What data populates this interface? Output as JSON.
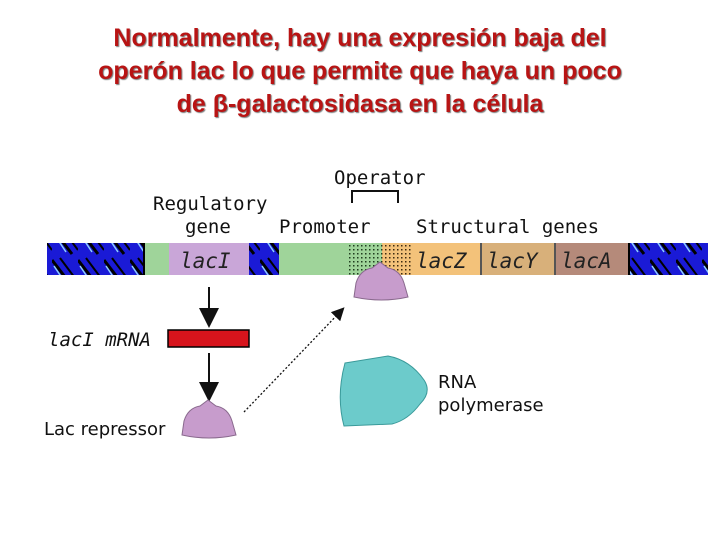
{
  "title": {
    "line1": "Normalmente, hay una expresión baja del",
    "line2": "operón lac lo que permite que haya un poco",
    "line3": "de β-galactosidasa en la célula"
  },
  "diagram": {
    "operator_label": "Operator",
    "regulatory_label_1": "Regulatory",
    "regulatory_label_2": "gene",
    "promoter_label": "Promoter",
    "structural_label": "Structural genes",
    "gene_lacI": "lacI",
    "gene_lacZ": "lacZ",
    "gene_lacY": "lacY",
    "gene_lacA": "lacA",
    "mrna_label": "lacI mRNA",
    "repressor_label": "Lac repressor",
    "rnap_label_1": "RNA",
    "rnap_label_2": "polymerase"
  },
  "colors": {
    "title": "#b81414",
    "dna_blue": "#1a1ad6",
    "lacI": "#c9a6d8",
    "promoter": "#9fd49a",
    "operator": "#f3c27a",
    "lacZ": "#f3c27a",
    "lacY": "#d8b07a",
    "lacA": "#b58a7a",
    "mrna": "#d7141c",
    "repressor": "#c79ccc",
    "rna_polymerase": "#6ccbcb"
  }
}
